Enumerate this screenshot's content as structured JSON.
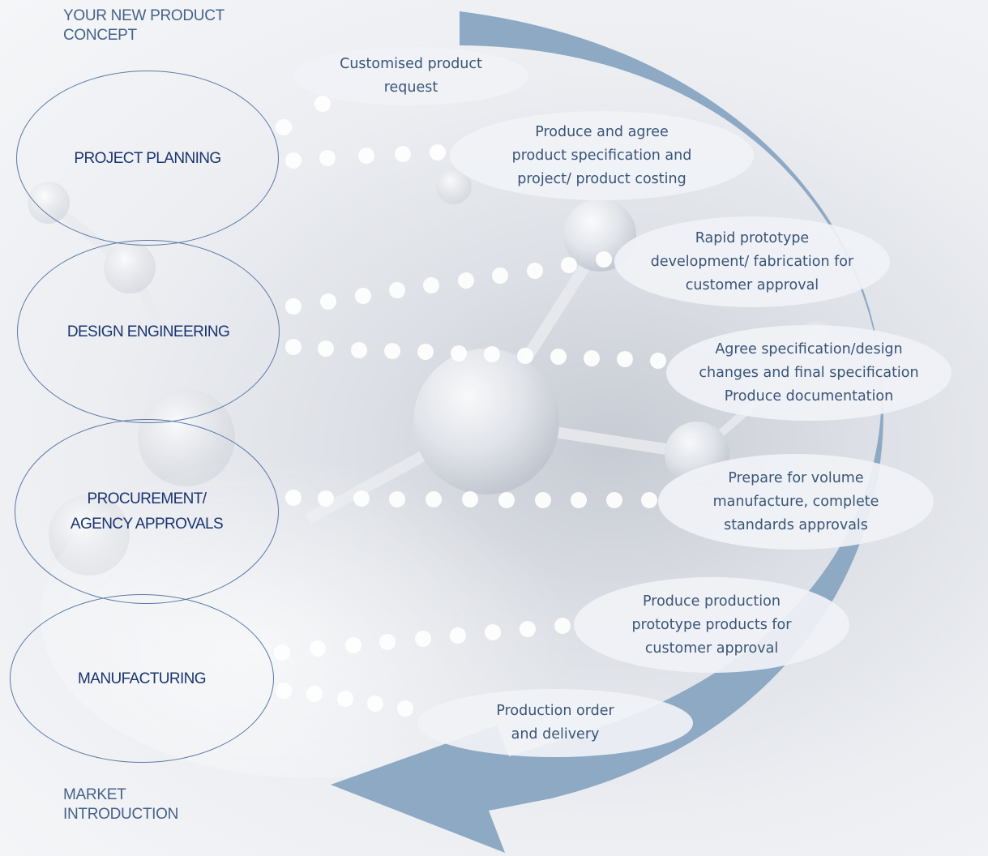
{
  "top_label": "YOUR NEW PRODUCT\nCONCEPT",
  "bottom_label": "MARKET\nINTRODUCTION",
  "stages": [
    {
      "id": "project-planning",
      "label": "PROJECT PLANNING"
    },
    {
      "id": "design-engineering",
      "label": "DESIGN  ENGINEERING"
    },
    {
      "id": "procurement",
      "label": "PROCUREMENT/\nAGENCY APPROVALS"
    },
    {
      "id": "manufacturing",
      "label": "MANUFACTURING"
    }
  ],
  "steps": [
    "Customised product\nrequest",
    "Produce and agree\nproduct specification and\nproject/ product costing",
    "Rapid prototype\ndevelopment/ fabrication for\ncustomer approval",
    "Agree specification/design\nchanges and final specification\nProduce documentation",
    "Prepare for volume\nmanufacture, complete\nstandards approvals",
    "Produce production\nprototype products for\ncustomer approval",
    "Production order\nand delivery"
  ],
  "colors": {
    "arrow": "#8da9c4",
    "stage_border": "#5b79a6",
    "stage_text": "#1a3471",
    "step_text": "#3a5578",
    "dots": "#ffffff"
  }
}
